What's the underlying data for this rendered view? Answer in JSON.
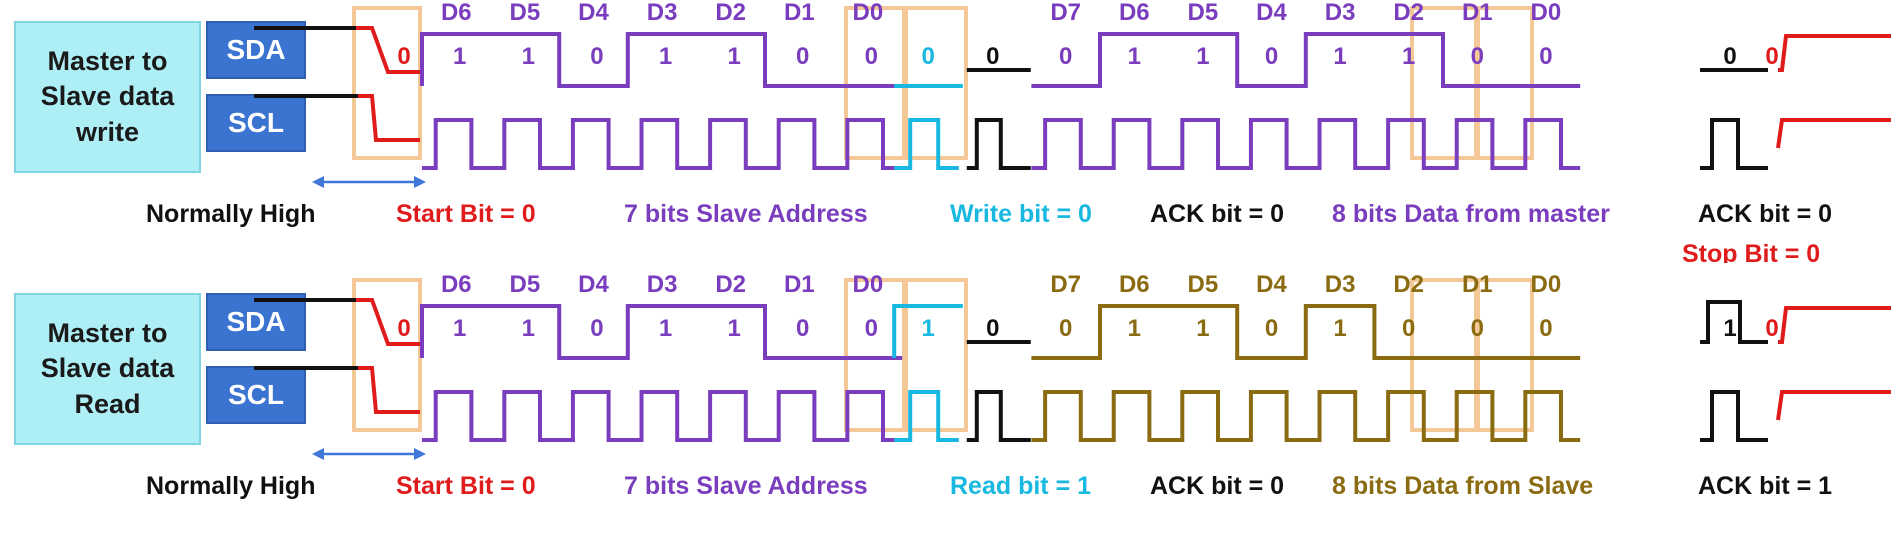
{
  "colors": {
    "red": "#e01b1b",
    "purple": "#7a3dbe",
    "cyan": "#18b8e0",
    "black": "#111111",
    "olive": "#8a6b12",
    "orange_box": "#f4c896",
    "blue_box": "#3b74d0",
    "cyan_box": "#aeeef5"
  },
  "panels": [
    {
      "id": "write",
      "mode_label": "Master to\nSlave data\nwrite",
      "sda_label": "SDA",
      "scl_label": "SCL",
      "addr_headers": [
        "D6",
        "D5",
        "D4",
        "D3",
        "D2",
        "D1",
        "D0"
      ],
      "data_headers": [
        "D7",
        "D6",
        "D5",
        "D4",
        "D3",
        "D2",
        "D1",
        "D0"
      ],
      "data_header_color": "purple",
      "start_bit": "0",
      "addr_bits": [
        "1",
        "1",
        "0",
        "1",
        "1",
        "0",
        "0"
      ],
      "rw_bit": "0",
      "ack1_bit": "0",
      "data_bits": [
        "0",
        "1",
        "1",
        "0",
        "1",
        "1",
        "0",
        "0"
      ],
      "data_color": "purple",
      "ack2_bit": "0",
      "stop_bit": "0",
      "labels": {
        "normally_high": "Normally High",
        "start": "Start Bit = 0",
        "address": "7 bits Slave Address",
        "rw": "Write bit = 0",
        "ack1": "ACK bit = 0",
        "data": "8 bits Data from master",
        "ack2": "ACK bit = 0",
        "stop": "Stop Bit = 0"
      }
    },
    {
      "id": "read",
      "mode_label": "Master to\nSlave data\nRead",
      "sda_label": "SDA",
      "scl_label": "SCL",
      "addr_headers": [
        "D6",
        "D5",
        "D4",
        "D3",
        "D2",
        "D1",
        "D0"
      ],
      "data_headers": [
        "D7",
        "D6",
        "D5",
        "D4",
        "D3",
        "D2",
        "D1",
        "D0"
      ],
      "data_header_color": "olive",
      "start_bit": "0",
      "addr_bits": [
        "1",
        "1",
        "0",
        "1",
        "1",
        "0",
        "0"
      ],
      "rw_bit": "1",
      "ack1_bit": "0",
      "data_bits": [
        "0",
        "1",
        "1",
        "0",
        "1",
        "0",
        "0",
        "0"
      ],
      "data_color": "olive",
      "ack2_bit": "1",
      "stop_bit": "0",
      "labels": {
        "normally_high": "Normally High",
        "start": "Start Bit = 0",
        "address": "7 bits Slave Address",
        "rw": "Read bit = 1",
        "ack1": "ACK bit = 0",
        "data": "8 bits Data from Slave",
        "ack2": "ACK bit = 1"
      }
    }
  ]
}
